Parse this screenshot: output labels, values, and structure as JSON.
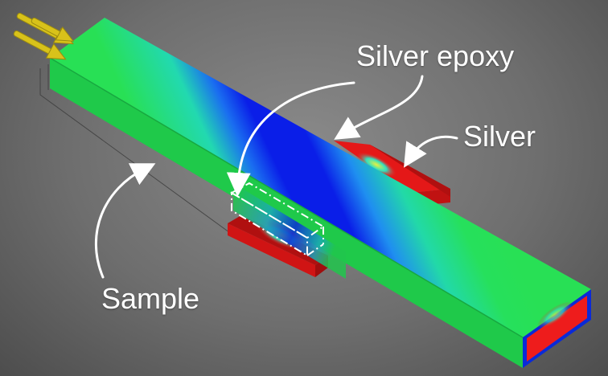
{
  "labels": {
    "silver_epoxy": "Silver epoxy",
    "silver": "Silver",
    "sample": "Sample"
  },
  "colors": {
    "background": "#6e6e6e",
    "sample_field": "#22e05a",
    "low_field": "#0a1ee8",
    "contact": "#ee1c1c",
    "arrows": "#d8c21a",
    "annotation": "#ffffff"
  },
  "icons": {
    "arrows": "current-arrow-icon"
  }
}
